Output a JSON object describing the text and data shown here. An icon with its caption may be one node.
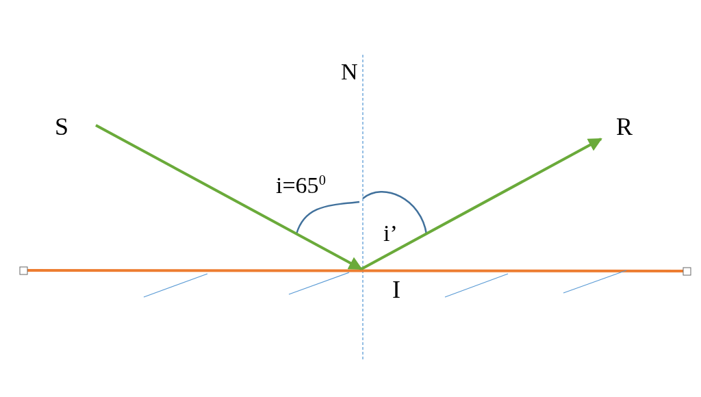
{
  "diagram": {
    "nodes": [
      {
        "text": [
          "S"
        ]
      },
      {
        "text": [
          "I"
        ]
      },
      {
        "text": [
          "R"
        ]
      }
    ],
    "edges": [
      {
        "from": 0,
        "to": 1,
        "arrow": "to"
      },
      {
        "from": 1,
        "to": 2,
        "arrow": "to"
      }
    ],
    "labels": [
      "N",
      "i=65$^{0}$",
      "i’"
    ]
  }
}
